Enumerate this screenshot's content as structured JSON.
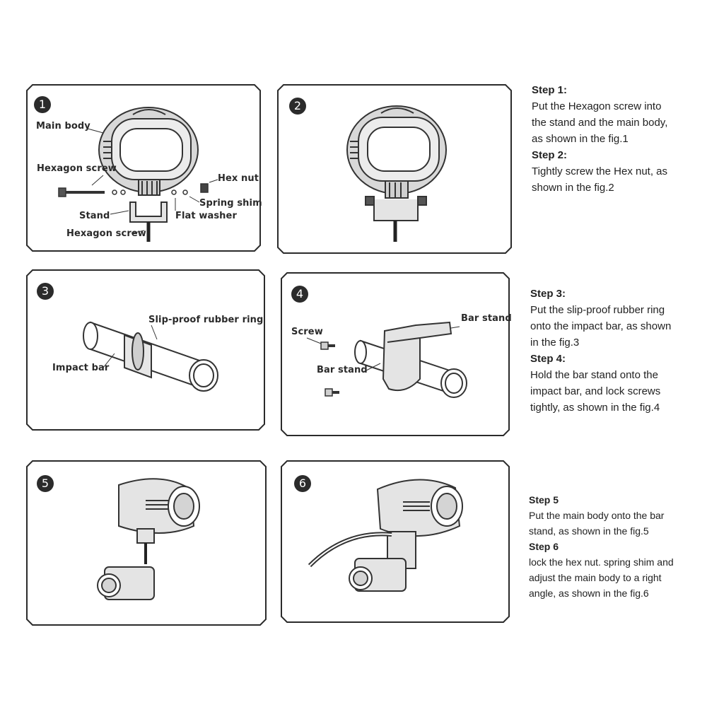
{
  "panels": [
    {
      "number": "1",
      "labels": {
        "main_body": "Main body",
        "hexagon_screw_top": "Hexagon screw",
        "hex_nut": "Hex nut",
        "spring_shim": "Spring shim",
        "stand": "Stand",
        "flat_washer": "Flat washer",
        "hexagon_screw_bottom": "Hexagon screw"
      }
    },
    {
      "number": "2",
      "labels": {}
    },
    {
      "number": "3",
      "labels": {
        "slip_proof_ring": "Slip-proof rubber ring",
        "impact_bar": "Impact bar"
      }
    },
    {
      "number": "4",
      "labels": {
        "screw": "Screw",
        "bar_stand_top": "Bar stand",
        "bar_stand_mid": "Bar stand"
      }
    },
    {
      "number": "5",
      "labels": {}
    },
    {
      "number": "6",
      "labels": {}
    }
  ],
  "steps": [
    {
      "title": "Step 1:",
      "body": "Put the Hexagon screw into\nthe stand and the main body,\nas shown in the fig.1"
    },
    {
      "title": "Step 2:",
      "body": "Tightly screw the Hex nut, as\nshown in the fig.2"
    },
    {
      "title": "Step 3:",
      "body": "Put the slip-proof rubber ring\nonto the impact bar, as shown\nin the fig.3"
    },
    {
      "title": "Step 4:",
      "body": "Hold the bar stand onto the\nimpact bar, and lock screws\ntightly, as shown in the fig.4"
    },
    {
      "title": "Step 5",
      "body": "Put the main body onto the bar\nstand, as shown in the fig.5"
    },
    {
      "title": "Step 6",
      "body": "lock the hex nut. spring shim and\nadjust the main body to a right\nangle, as shown in the fig.6"
    }
  ]
}
